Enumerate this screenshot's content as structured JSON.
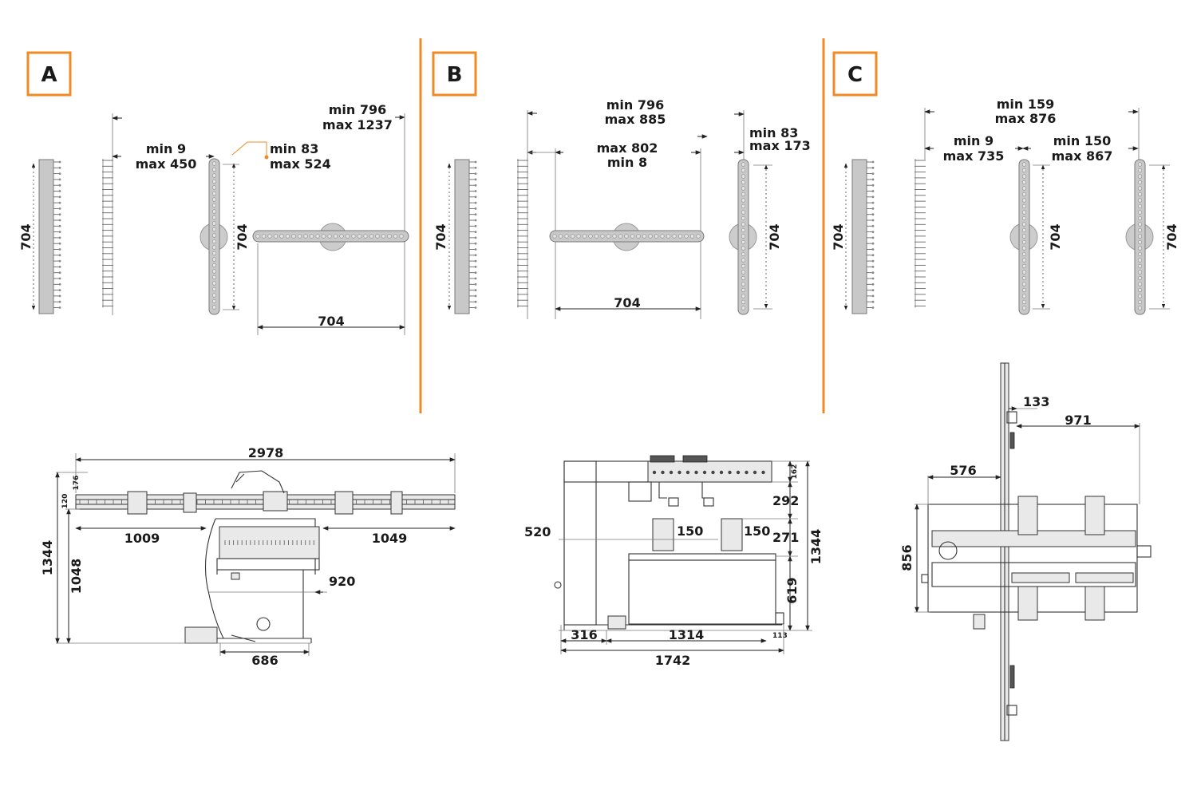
{
  "colors": {
    "accent": "#f08a24",
    "line": "#222222",
    "bar": "#c8c8c8"
  },
  "panels": {
    "a": {
      "letter": "A",
      "height_label": "704",
      "height_label_2": "704",
      "gap1": {
        "min": "min 9",
        "max": "max 450"
      },
      "gap2": {
        "min": "min 83",
        "max": "max 524"
      },
      "total": {
        "min": "min 796",
        "max": "max 1237"
      },
      "width_label": "704"
    },
    "b": {
      "letter": "B",
      "height_label": "704",
      "height_label_2": "704",
      "total": {
        "min": "min 796",
        "max": "max 885"
      },
      "mid": {
        "max": "max 802",
        "min": "min 8"
      },
      "right": {
        "min": "min 83",
        "max": "max 173"
      },
      "width_label": "704"
    },
    "c": {
      "letter": "C",
      "height_label": "704",
      "height_label_2": "704",
      "height_label_3": "704",
      "total": {
        "min": "min 159",
        "max": "max 876"
      },
      "left": {
        "min": "min 9",
        "max": "max 735"
      },
      "right": {
        "min": "min 150",
        "max": "max 867"
      }
    }
  },
  "views": {
    "front": {
      "width": "2978",
      "left": "1009",
      "right": "1049",
      "height": "1344",
      "lower": "1048",
      "depth": "920",
      "base": "686",
      "small_176": "176",
      "small_120": "120"
    },
    "side": {
      "v520": "520",
      "v150a": "150",
      "v150b": "150",
      "v292": "292",
      "v271": "271",
      "v1344": "1344",
      "v619": "619",
      "v162": "162",
      "v113": "113",
      "v316": "316",
      "v1314": "1314",
      "v1742": "1742"
    },
    "top": {
      "v133": "133",
      "v971": "971",
      "v576": "576",
      "v856": "856"
    }
  }
}
